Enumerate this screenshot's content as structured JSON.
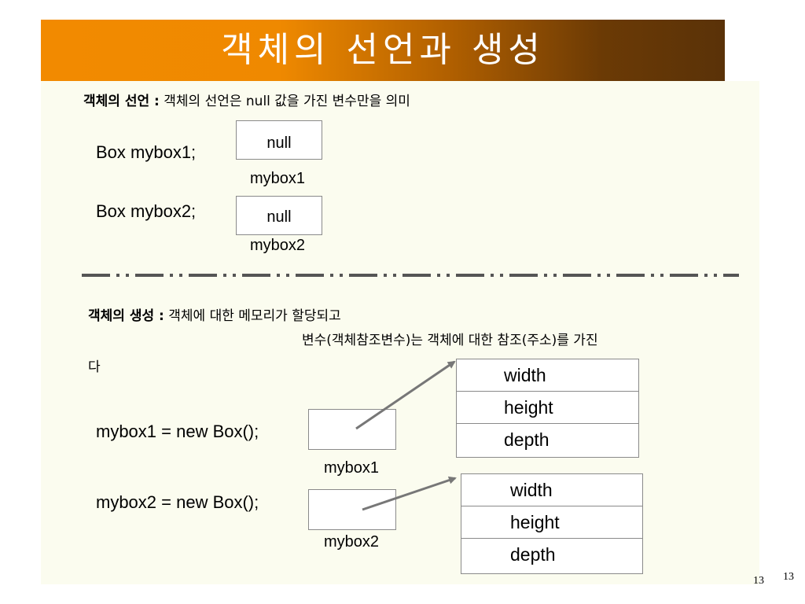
{
  "title": "객체의 선언과 생성",
  "declaration": {
    "heading_bold": "객체의 선언 :",
    "heading_rest": " 객체의 선언은 null 값을 가진 변수만을 의미",
    "stmt1": "Box mybox1;",
    "stmt2": "Box mybox2;",
    "box1_value": "null",
    "box2_value": "null",
    "box1_label": "mybox1",
    "box2_label": "mybox2"
  },
  "creation": {
    "heading_bold": "객체의 생성 :",
    "heading_rest": " 객체에 대한 메모리가 할당되고",
    "line2": "변수(객체참조변수)는 객체에 대한 참조(주소)를 가진",
    "line3": "다",
    "stmt1": "mybox1 = new Box();",
    "stmt2": "mybox2 = new Box();",
    "ref1_label": "mybox1",
    "ref2_label": "mybox2",
    "object1_fields": [
      "width",
      "height",
      "depth"
    ],
    "object2_fields": [
      "width",
      "height",
      "depth"
    ]
  },
  "page_number_inner": "13",
  "page_number_outer": "13",
  "colors": {
    "title_start": "#f28a00",
    "title_end": "#5a3208",
    "panel_bg": "#fbfcef",
    "arrow": "#777777",
    "divider": "#555555"
  }
}
